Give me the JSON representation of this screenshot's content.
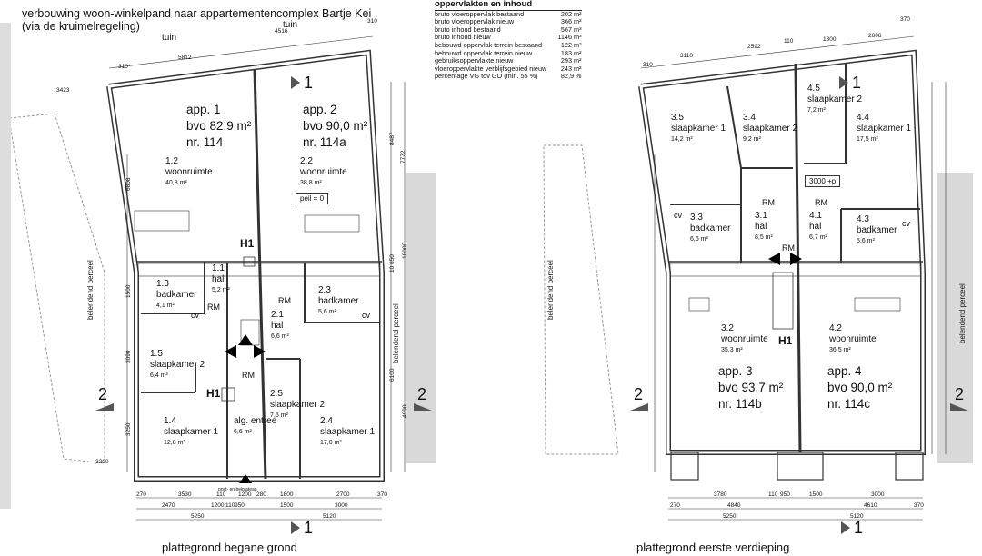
{
  "title": {
    "line1": "verbouwing woon-winkelpand naar appartementencomplex Bartje Kei",
    "line2": "(via de kruimelregeling)"
  },
  "areas_table": {
    "heading": "oppervlakten en inhoud",
    "rows": [
      {
        "label": "bruto vloeroppervlak bestaand",
        "value": "202 m²"
      },
      {
        "label": "bruto vloeroppervlak nieuw",
        "value": "366 m²"
      },
      {
        "label": "bruto inhoud bestaand",
        "value": "567 m³"
      },
      {
        "label": "bruto inhoud nieuw",
        "value": "1146 m³"
      },
      {
        "label": "bebouwd oppervlak terrein bestaand",
        "value": "122 m²"
      },
      {
        "label": "bebouwd oppervlak terrein nieuw",
        "value": "183 m²"
      },
      {
        "label": "gebruiksoppervlakte nieuw",
        "value": "293 m²"
      },
      {
        "label": "vloeroppervlakte verblijfsgebied nieuw",
        "value": "243 m²"
      },
      {
        "label": "percentage VG tov GO (min. 55 %)",
        "value": "82,9 %"
      }
    ]
  },
  "common": {
    "tuin": "tuin",
    "neighbour": "belendend perceel",
    "rm": "RM",
    "cv": "cv",
    "h1": "H1",
    "sec1": "1",
    "sec2": "2",
    "post": "post- en belplateau"
  },
  "ground_floor": {
    "caption": "plattegrond begane grond",
    "apartments": [
      {
        "name": "app. 1",
        "bvo": "bvo 82,9 m²",
        "nr": "nr. 114"
      },
      {
        "name": "app. 2",
        "bvo": "bvo 90,0 m²",
        "nr": "nr. 114a"
      }
    ],
    "peil": "peil = 0",
    "rooms": [
      {
        "id": "1.2",
        "name": "woonruimte",
        "area": "40,8 m²"
      },
      {
        "id": "2.2",
        "name": "woonruimte",
        "area": "38,8 m²"
      },
      {
        "id": "1.1",
        "name": "hal",
        "area": "5,2 m²"
      },
      {
        "id": "1.3",
        "name": "badkamer",
        "area": "4,1 m²"
      },
      {
        "id": "2.3",
        "name": "badkamer",
        "area": "5,6 m²"
      },
      {
        "id": "2.1",
        "name": "hal",
        "area": "6,6 m²"
      },
      {
        "id": "1.5",
        "name": "slaapkamer 2",
        "area": "6,4 m²"
      },
      {
        "id": "2.5",
        "name": "slaapkamer 2",
        "area": "7,5 m²"
      },
      {
        "id": "1.4",
        "name": "slaapkamer 1",
        "area": "12,8 m²"
      },
      {
        "id": "",
        "name": "alg. entree",
        "area": "6,6 m²"
      },
      {
        "id": "2.4",
        "name": "slaapkamer 1",
        "area": "17,0 m²"
      }
    ],
    "dims_top": [
      "5812",
      "4516",
      "310",
      "310",
      "3423"
    ],
    "dims_side": [
      "6808",
      "8487",
      "7772",
      "10 650",
      "18000",
      "3090",
      "3250",
      "1500",
      "6100",
      "4990"
    ],
    "dims_bottom_1": [
      "270",
      "3530",
      "110",
      "1200",
      "280",
      "1800",
      "2700",
      "370"
    ],
    "dims_bottom_2": [
      "2470",
      "1200",
      "110",
      "950",
      "1500",
      "3000"
    ],
    "dims_bottom_3": [
      "5250",
      "5120"
    ],
    "dim_3200": "3200"
  },
  "first_floor": {
    "caption": "plattegrond eerste verdieping",
    "apartments": [
      {
        "name": "app. 3",
        "bvo": "bvo 93,7 m²",
        "nr": "nr. 114b"
      },
      {
        "name": "app. 4",
        "bvo": "bvo 90,0 m²",
        "nr": "nr. 114c"
      }
    ],
    "height_note": "3000 +p",
    "rooms": [
      {
        "id": "3.5",
        "name": "slaapkamer 1",
        "area": "14,2 m²"
      },
      {
        "id": "3.4",
        "name": "slaapkamer 2",
        "area": "9,2 m²"
      },
      {
        "id": "4.5",
        "name": "slaapkamer 2",
        "area": "7,2 m²"
      },
      {
        "id": "4.4",
        "name": "slaapkamer 1",
        "area": "17,5 m²"
      },
      {
        "id": "3.3",
        "name": "badkamer",
        "area": "6,6 m²"
      },
      {
        "id": "3.1",
        "name": "hal",
        "area": "8,5 m²"
      },
      {
        "id": "4.1",
        "name": "hal",
        "area": "6,7 m²"
      },
      {
        "id": "4.3",
        "name": "badkamer",
        "area": "5,6 m²"
      },
      {
        "id": "3.2",
        "name": "woonruimte",
        "area": "35,3 m²"
      },
      {
        "id": "4.2",
        "name": "woonruimte",
        "area": "36,5 m²"
      }
    ],
    "dims_top": [
      "310",
      "3110",
      "2592",
      "110",
      "1800",
      "2606",
      "370"
    ],
    "dims_bottom_1": [
      "3780",
      "110",
      "950",
      "1500",
      "3000"
    ],
    "dims_bottom_2": [
      "270",
      "4840",
      "4610",
      "370"
    ],
    "dims_bottom_3": [
      "5250",
      "5120"
    ]
  },
  "colors": {
    "wall": "#333333",
    "neighbour_fill": "#d9d9d9",
    "section_marker": "#555555"
  }
}
